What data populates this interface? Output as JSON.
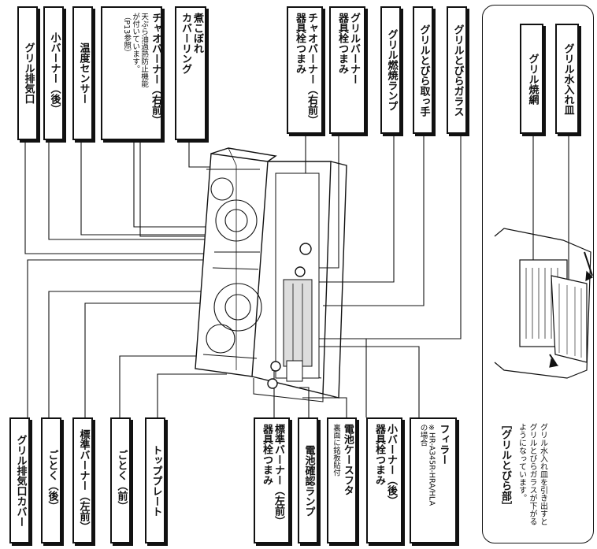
{
  "left_labels": [
    {
      "id": "grill-exhaust",
      "text": "グリル排気口"
    },
    {
      "id": "small-burner-rear",
      "text": "小バーナー（後）"
    },
    {
      "id": "temp-sensor",
      "text": "温度センサー"
    },
    {
      "id": "chao-burner",
      "text": "チャオバーナー（右前）",
      "note": "天ぷら油過熱防止機能\nが付いています。\n（P13参照）"
    },
    {
      "id": "spill-ring",
      "text": "煮こぼれ\nカバーリング"
    }
  ],
  "right_top_labels": [
    {
      "id": "chao-knob",
      "text": "チャオバーナー（右前）\n器具栓つまみ"
    },
    {
      "id": "grill-knob",
      "text": "グリルバーナー\n器具栓つまみ"
    },
    {
      "id": "grill-lamp",
      "text": "グリル燃焼ランプ"
    },
    {
      "id": "grill-door-handle",
      "text": "グリルとびら取っ手"
    },
    {
      "id": "grill-door-glass",
      "text": "グリルとびらガラス"
    }
  ],
  "bottom_left_labels": [
    {
      "id": "exhaust-cover",
      "text": "グリル排気口カバー"
    },
    {
      "id": "trivet-rear",
      "text": "ごとく（後）"
    },
    {
      "id": "std-burner",
      "text": "標準バーナー（左前）"
    },
    {
      "id": "trivet-front",
      "text": "ごとく（前）"
    },
    {
      "id": "top-plate",
      "text": "トッププレート"
    }
  ],
  "bottom_mid_labels": [
    {
      "id": "std-knob",
      "text": "標準バーナー（左前）\n器具栓つまみ"
    },
    {
      "id": "battery-lamp",
      "text": "電池確認ランプ"
    },
    {
      "id": "battery-case",
      "text": "電池ケースフタ",
      "note": "裏面に銘板貼付"
    },
    {
      "id": "small-knob",
      "text": "小バーナー（後）\n器具栓つまみ"
    },
    {
      "id": "filler",
      "text": "フィラー",
      "note": "※HR-A345R-HRA/HLA\nの場合"
    }
  ],
  "inset": {
    "labels": [
      {
        "id": "grill-net",
        "text": "グリル焼網"
      },
      {
        "id": "grill-tray",
        "text": "グリル水入れ皿"
      }
    ],
    "title": "［グリルとびら部］",
    "body": "グリル水入れ皿を引き出すと\nグリルとびらガラスが下がる\nようになっています。"
  }
}
